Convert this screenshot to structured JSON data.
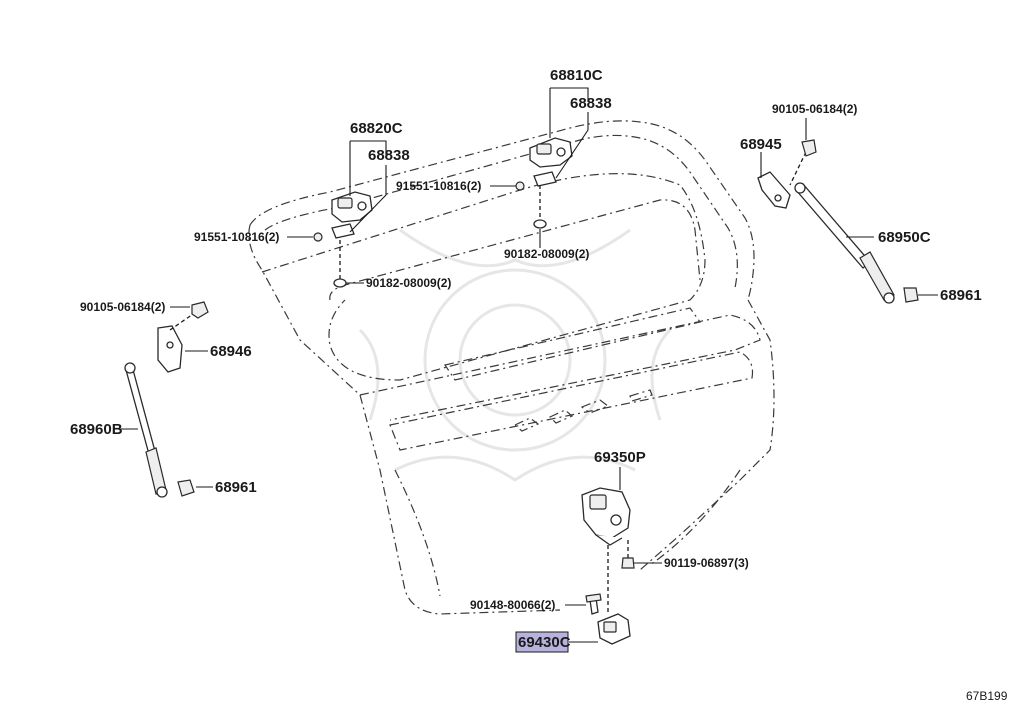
{
  "diagram": {
    "ref_code": "67B199",
    "labels": {
      "p68810c": "68810C",
      "p68838_r": "68838",
      "p68820c": "68820C",
      "p68838_l": "68838",
      "p91551_r": "91551-10816(2)",
      "p91551_l": "91551-10816(2)",
      "p90182_r": "90182-08009(2)",
      "p90182_l": "90182-08009(2)",
      "p90105_l": "90105-06184(2)",
      "p90105_r": "90105-06184(2)",
      "p68945": "68945",
      "p68946": "68946",
      "p68950c": "68950C",
      "p68960b": "68960B",
      "p68961_r": "68961",
      "p68961_l": "68961",
      "p69350p": "69350P",
      "p90119": "90119-06897(3)",
      "p90148": "90148-80066(2)",
      "p69430c": "69430C"
    },
    "highlighted_part": "69430C"
  }
}
